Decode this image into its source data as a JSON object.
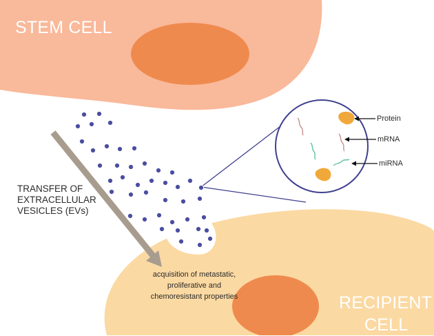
{
  "cells": {
    "stem": {
      "label": "STEM CELL",
      "fill": "#f9b99b",
      "nucleus_fill": "#ef8a4e"
    },
    "recipient": {
      "label_lines": [
        "RECIPIENT",
        "CELL"
      ],
      "fill": "#fbd9a2",
      "nucleus_fill": "#ef8a4e"
    }
  },
  "labels": {
    "transfer_lines": [
      "TRANSFER OF",
      "EXTRACELLULAR",
      "VESICLES (EVs)"
    ],
    "acquisition_lines": [
      "acquisition of metastatic,",
      "proliferative and",
      "chemoresistant properties"
    ]
  },
  "inset": {
    "border_color": "#3f3f8f",
    "cargo": [
      {
        "label": "Protein",
        "color": "#f1a83a"
      },
      {
        "label": "mRNA",
        "color": "#c98d8d"
      },
      {
        "label": "miRNA",
        "color": "#5fbfa8"
      }
    ]
  },
  "colors": {
    "vesicle": "#4a4ea0",
    "arrow": "#a89c8f"
  }
}
